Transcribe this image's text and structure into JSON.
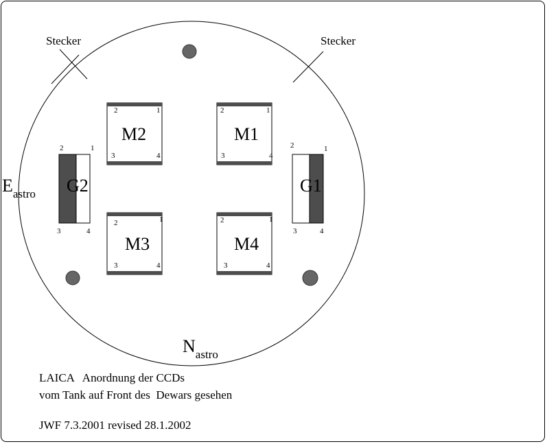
{
  "diagram": {
    "title_line1": "LAICA   Anordnung der CCDs",
    "title_line2": "vom Tank auf Front des  Dewars gesehen",
    "credit": "JWF 7.3.2001 revised 28.1.2002",
    "connector_label_left": "Stecker",
    "connector_label_right": "Stecker",
    "east_label": {
      "main": "E",
      "sub": "astro"
    },
    "north_label": {
      "main": "N",
      "sub": "astro"
    },
    "ccds": [
      {
        "id": "M2",
        "corners": {
          "tl": "2",
          "tr": "1",
          "bl": "3",
          "br": "4"
        }
      },
      {
        "id": "M1",
        "corners": {
          "tl": "2",
          "tr": "1",
          "bl": "3",
          "br": "4"
        }
      },
      {
        "id": "M3",
        "corners": {
          "tl": "2",
          "tr": "1",
          "bl": "3",
          "br": "4"
        }
      },
      {
        "id": "M4",
        "corners": {
          "tl": "2",
          "tr": "1",
          "bl": "3",
          "br": "4"
        }
      },
      {
        "id": "G2",
        "corners": {
          "tl": "2",
          "tr": "1",
          "bl": "3",
          "br": "4"
        }
      },
      {
        "id": "G1",
        "corners": {
          "tl": "2",
          "tr": "1",
          "bl": "3",
          "br": "4"
        }
      }
    ],
    "colors": {
      "dark_fill": "#4d4d4d",
      "dot_fill": "#666666",
      "line": "#000000"
    }
  }
}
